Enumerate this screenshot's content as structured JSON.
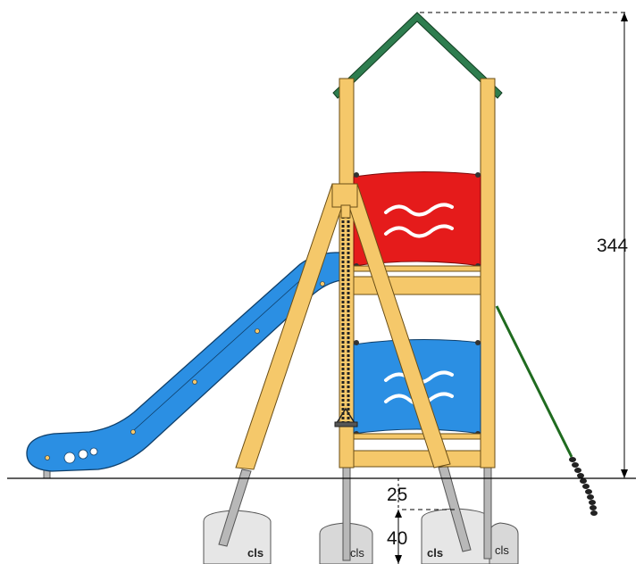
{
  "dimensions": {
    "total_height": "344",
    "footing_depth": "25",
    "footing_height": "40"
  },
  "foundations": {
    "label": "cls"
  },
  "colors": {
    "timber": "#f5c86a",
    "timber_edge": "#6a4e16",
    "roof": "#2e7d4f",
    "red_panel": "#e51b1b",
    "blue_panel": "#2b8fe3",
    "slide": "#2b8fe3",
    "rope": "#1f6b1f",
    "concrete": "#e6e6e6",
    "post": "#b8b8b8"
  }
}
